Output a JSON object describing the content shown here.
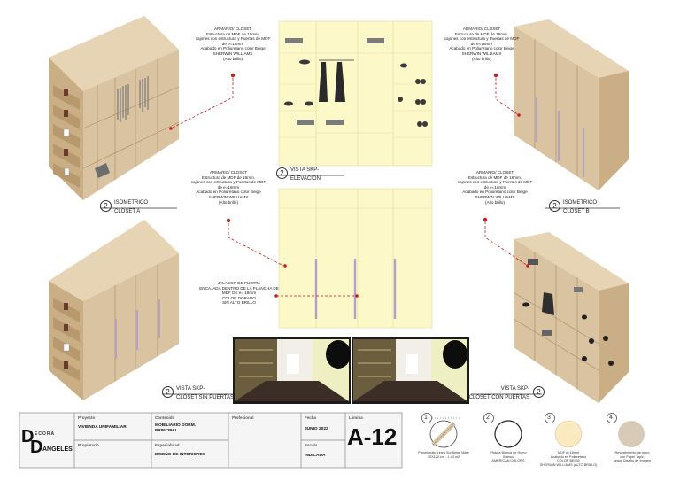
{
  "note_template": [
    "ARMARIO/ CLOSET",
    "Estructura de MDF de 18mm.",
    "cajones con estructura y Puertas de MDF",
    "de e=18mm",
    "Acabado en Poliuretano color Beige",
    "SHERWIN WILLIAMS",
    "(Alto brillo)"
  ],
  "notes": {
    "top_center": [
      "ARMARIO/ CLOSET",
      "Estructura de MDF de 18mm.",
      "cajones con estructura y Puertas de MDF",
      "de e=18mm",
      "Acabado en Poliuretano color Beige",
      "SHERWIN WILLIAMS",
      "(Alto brillo)"
    ],
    "top_right": [
      "ARMARIO/ CLOSET",
      "Estructura de MDF de 18mm.",
      "cajones con estructura y Puertas de MDF",
      "de e=18mm",
      "Acabado en Poliuretano color Beige",
      "SHERWIN WILLIAMS",
      "(Alto brillo)"
    ],
    "mid_left": [
      "ARMARIO/ CLOSET",
      "Estructura de MDF de 18mm.",
      "cajones con estructura y Puertas de MDF",
      "de e=18mm",
      "Acabado en Poliuretano color Beige",
      "SHERWIN WILLIAMS",
      "(Alto brillo)"
    ],
    "mid_right": [
      "ARMARIO/ CLOSET",
      "Estructura de MDF de 18mm.",
      "cajones con estructura y Puertas de MDF",
      "de e=18mm",
      "Acabado en Poliuretano color Beige",
      "SHERWIN WILLIAMS",
      "(Alto brillo)"
    ],
    "handle": [
      "JALADOR DE PUERTA",
      "ENCAJADA DENTRO DE LA PLANCHA DE",
      "MDF DE e= 18mm",
      "COLOR DORADO",
      "SIN ALTO BRILLO"
    ]
  },
  "views": {
    "iso_a": {
      "num": "2",
      "line1": "ISOMETRICO",
      "line2": "CLOSET A"
    },
    "elev": {
      "num": "2",
      "line1": "VISTA SKP-",
      "line2": "ELEVACION"
    },
    "iso_b": {
      "num": "2",
      "line1": "ISOMETRICO",
      "line2": "CLOSET B"
    },
    "sin": {
      "num": "2",
      "line1": "VISTA SKP-",
      "line2": "CLOSET SIN PUERTAS"
    },
    "con": {
      "num": "2",
      "line1": "VISTA SKP-",
      "line2": "CLOSET CON PUERTAS"
    }
  },
  "title_block": {
    "logo_big1": "D",
    "logo_small1": "ECORA",
    "logo_big2": "D",
    "logo_small2": "ANGELES",
    "proyecto_h": "Proyecto",
    "proyecto_v": "VIVIENDA UNIFAMILIAR",
    "propietario_h": "Propietario",
    "contenido_h": "Contenido",
    "contenido_v1": "MOBILIARIO DORM.",
    "contenido_v2": "PRINCIPAL",
    "especialidad_h": "Especialidad",
    "especialidad_v": "DISEÑO DE INTERIORES",
    "profesional_h": "Profesional",
    "fecha_h": "Fecha",
    "fecha_v": "JUNIO 2022",
    "escala_h": "Escala",
    "escala_v": "INDICADA",
    "lamina_h": "Lámina",
    "lamina_v": "A-12"
  },
  "legend": [
    {
      "num": "1",
      "lines": [
        "Porcelanato Linea Sol Beige Mate",
        "30X120 cm - 1.44 m2"
      ]
    },
    {
      "num": "2",
      "lines": [
        "Pintura Blanca de Humo",
        "Blanco",
        "AMERICAN COLORS"
      ]
    },
    {
      "num": "3",
      "lines": [
        "MDF  e=18mm",
        "Acabado en Poliuretano",
        "COLOR BEIGE",
        "SHERWIN WILLIAMS (ALTO BRILLO)"
      ]
    },
    {
      "num": "4",
      "lines": [
        "Revestimiento de muro",
        "con Papel Tapiz,",
        "según Diseño de Imagen"
      ]
    }
  ],
  "colors": {
    "wood": "#d9c3a0",
    "wood_side": "#c9ae86",
    "wood_top": "#e6d4b4",
    "panel": "#fcf8c8",
    "handle": "#b6a1c6",
    "dash": "#c81e1e"
  }
}
